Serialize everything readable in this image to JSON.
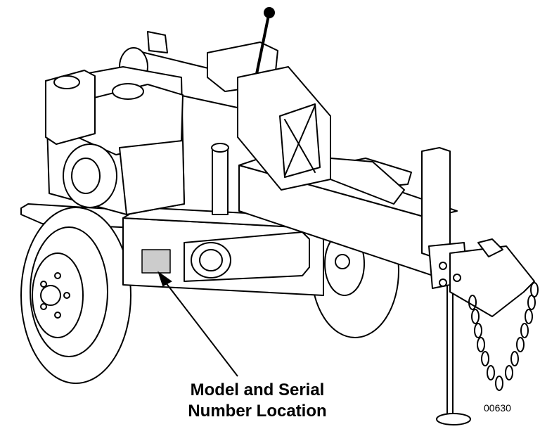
{
  "figure": {
    "callout_line1": "Model and Serial",
    "callout_line2": "Number Location",
    "figure_id": "00630"
  }
}
